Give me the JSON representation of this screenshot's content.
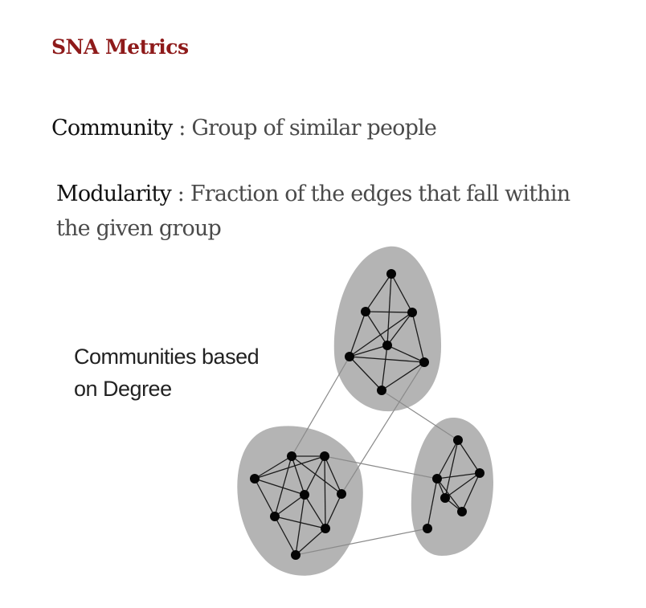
{
  "title": "SNA Metrics",
  "definitions": [
    {
      "term": "Community",
      "separator": " : ",
      "text": "Group of similar people"
    },
    {
      "term": "Modularity",
      "separator": " : ",
      "text_line1": "Fraction of the edges that fall within",
      "text_line2": "the given group"
    }
  ],
  "diagram": {
    "label_line1": "Communities based",
    "label_line2": "on Degree",
    "colors": {
      "community_fill": "#b4b4b4",
      "node": "#050505",
      "edge": "#1a1a1a",
      "bridge_edge": "#8a8a8a"
    },
    "communities": [
      {
        "name": "top",
        "nodes": [
          "t1",
          "t2",
          "t3",
          "t4",
          "t5",
          "t6",
          "t7"
        ]
      },
      {
        "name": "left",
        "nodes": [
          "l1",
          "l2",
          "l3",
          "l4",
          "l5",
          "l6",
          "l7",
          "l8"
        ]
      },
      {
        "name": "right",
        "nodes": [
          "r1",
          "r2",
          "r3",
          "r4",
          "r5",
          "r6"
        ]
      }
    ],
    "edges": [
      [
        "t1",
        "t2"
      ],
      [
        "t1",
        "t3"
      ],
      [
        "t1",
        "t5"
      ],
      [
        "t2",
        "t3"
      ],
      [
        "t2",
        "t4"
      ],
      [
        "t2",
        "t5"
      ],
      [
        "t3",
        "t4"
      ],
      [
        "t3",
        "t5"
      ],
      [
        "t3",
        "t6"
      ],
      [
        "t4",
        "t5"
      ],
      [
        "t4",
        "t6"
      ],
      [
        "t4",
        "t7"
      ],
      [
        "t5",
        "t6"
      ],
      [
        "t5",
        "t7"
      ],
      [
        "t6",
        "t7"
      ],
      [
        "l1",
        "l2"
      ],
      [
        "l1",
        "l3"
      ],
      [
        "l1",
        "l4"
      ],
      [
        "l1",
        "l5"
      ],
      [
        "l2",
        "l3"
      ],
      [
        "l2",
        "l4"
      ],
      [
        "l2",
        "l5"
      ],
      [
        "l2",
        "l6"
      ],
      [
        "l3",
        "l5"
      ],
      [
        "l3",
        "l6"
      ],
      [
        "l4",
        "l5"
      ],
      [
        "l4",
        "l7"
      ],
      [
        "l4",
        "l8"
      ],
      [
        "l5",
        "l7"
      ],
      [
        "l5",
        "l8"
      ],
      [
        "l6",
        "l7"
      ],
      [
        "l7",
        "l8"
      ],
      [
        "l3",
        "l7"
      ],
      [
        "r1",
        "r2"
      ],
      [
        "r1",
        "r3"
      ],
      [
        "r1",
        "r4"
      ],
      [
        "r2",
        "r3"
      ],
      [
        "r2",
        "r4"
      ],
      [
        "r2",
        "r5"
      ],
      [
        "r3",
        "r4"
      ],
      [
        "r3",
        "r5"
      ],
      [
        "r2",
        "r6"
      ],
      [
        "r4",
        "r5"
      ]
    ],
    "bridges": [
      [
        "t4",
        "l2"
      ],
      [
        "t6",
        "l6"
      ],
      [
        "t7",
        "r1"
      ],
      [
        "l3",
        "r2"
      ],
      [
        "l8",
        "r6"
      ]
    ]
  }
}
